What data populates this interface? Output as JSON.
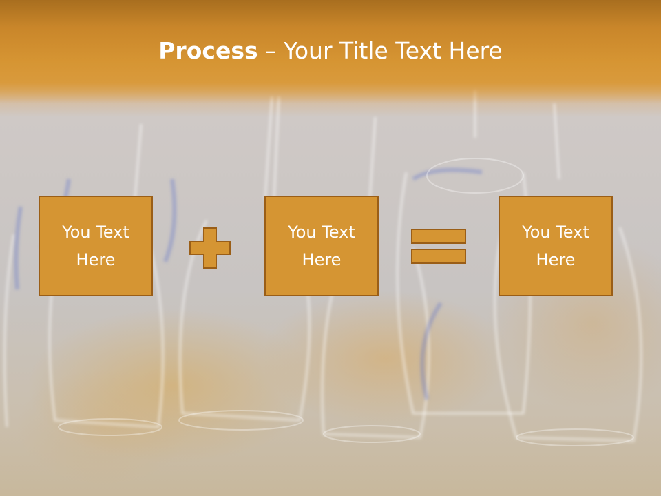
{
  "slide": {
    "title_bold": "Process",
    "title_rest": " – Your Title Text Here",
    "boxes": [
      {
        "text": "You Text Here"
      },
      {
        "text": "You Text Here"
      },
      {
        "text": "You Text Here"
      }
    ],
    "operators": [
      "plus-icon",
      "equals-icon"
    ]
  },
  "colors": {
    "title_band": "#d69533",
    "box_fill": "#d59533",
    "box_border": "#9a5e17",
    "operator_fill": "#d59533",
    "text": "#ffffff"
  }
}
